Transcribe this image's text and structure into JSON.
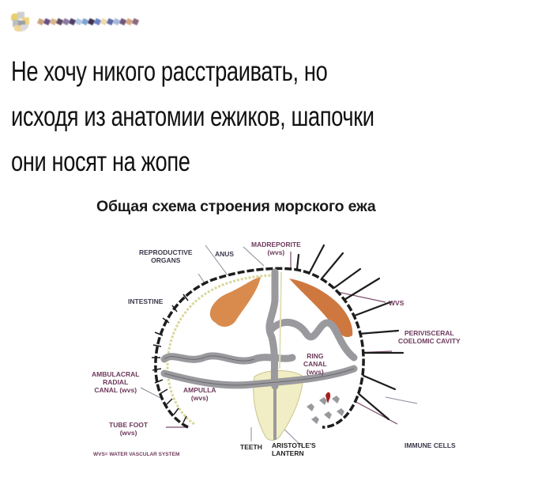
{
  "post": {
    "author_avatar": "pixelated-avatar",
    "author_name": "pixelated-username",
    "text_lines": [
      "Не хочу никого расстраивать, но",
      "исходя из анатомии ежиков, шапочки",
      "они носят на жопе"
    ]
  },
  "figure": {
    "title": "Общая схема строения морского ежа",
    "labels": {
      "reproductive_organs": [
        "REPRODUCTIVE",
        "ORGANS"
      ],
      "anus": "ANUS",
      "madreporite": [
        "MADREPORITE",
        "(wvs)"
      ],
      "intestine": "INTESTINE",
      "wvs": "WVS",
      "perivisceral": [
        "PERIVISCERAL",
        "COELOMIC CAVITY"
      ],
      "ring_canal": [
        "RING",
        "CANAL",
        "(wvs)"
      ],
      "ambulacral": [
        "AMBULACRAL",
        "RADIAL",
        "CANAL (wvs)"
      ],
      "ampulla": [
        "AMPULLA",
        "(wvs)"
      ],
      "tube_foot": [
        "TUBE FOOT",
        "(wvs)"
      ],
      "teeth": "TEETH",
      "aristotle": [
        "ARISTOTLE'S",
        "LANTERN"
      ],
      "immune_cells": "IMMUNE CELLS",
      "legend": "WVS= WATER VASCULAR SYSTEM"
    },
    "colors": {
      "gonad": "#d2772e",
      "gut": "#9a9a9e",
      "lantern": "#f1edc4",
      "test": "#1d1d1d",
      "label_dark": "#3a3a4c",
      "label_maroon": "#6e3a5c"
    }
  }
}
